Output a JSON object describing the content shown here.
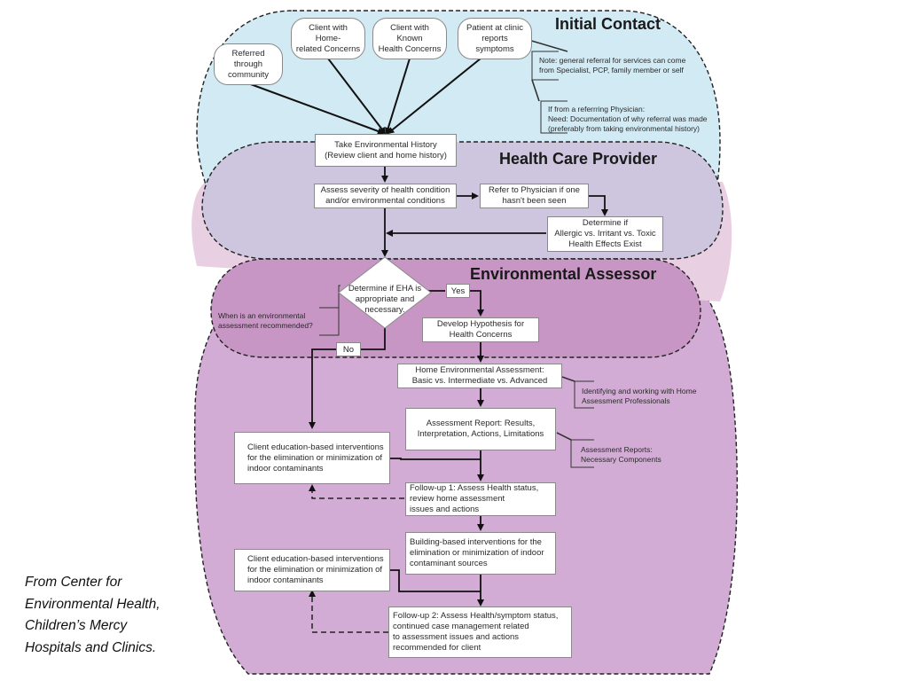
{
  "zones": {
    "initial_contact": {
      "title": "Initial Contact",
      "color": "#d2eaf3"
    },
    "health_care_provider": {
      "title": "Health Care Provider",
      "color": "#cdc6de"
    },
    "environmental_assessor": {
      "title": "Environmental Assessor",
      "color": "#c796c4"
    },
    "lower_region_color": "#d3acd5",
    "overlap_color": "#e9cfe2"
  },
  "entry_points": [
    {
      "label": "Referred through\ncommunity"
    },
    {
      "label": "Client with Home-\nrelated Concerns"
    },
    {
      "label": "Client with Known\nHealth Concerns"
    },
    {
      "label": "Patient at clinic\nreports symptoms"
    }
  ],
  "notes": {
    "general_referral": "Note: general referral for services can come\nfrom Specialist, PCP, family member or self",
    "physician_referral": "If from a referrring Physician:\n   Need: Documentation of why referral was made\n(preferably from taking environmental history)",
    "eha_when": "When is an environmental\nassessment recommended?",
    "home_professionals": "Identifying and working with Home\nAssessment Professionals",
    "report_components": "Assessment Reports:\nNecessary Components"
  },
  "steps": {
    "take_history": "Take Environmental History\n(Review client and home history)",
    "assess_severity": "Assess severity of health condition\nand/or environmental conditions",
    "refer_physician": "Refer to Physician if one\nhasn't been seen",
    "determine_effects": "Determine if\nAllergic vs. Irritant vs. Toxic\nHealth Effects Exist",
    "decision_eha": "Determine if EHA is\nappropriate and\nnecessary.",
    "yes_label": "Yes",
    "no_label": "No",
    "develop_hypothesis": "Develop Hypothesis for\nHealth Concerns",
    "home_assessment": "Home Environmental Assessment:\nBasic vs. Intermediate vs. Advanced",
    "assessment_report": "Assessment Report: Results,\nInterpretation, Actions, Limitations",
    "client_education_1": "Client education-based interventions\nfor the elimination or minimization of\nindoor contaminants",
    "followup_1": "Follow-up 1: Assess Health status,\n              review home assessment\n                 issues and actions",
    "building_interventions": "Building-based interventions for the\nelimination or minimization of indoor\ncontaminant sources",
    "client_education_2": "Client education-based interventions\nfor the elimination or minimization of\nindoor contaminants",
    "followup_2": "Follow-up 2: Assess Health/symptom status,\n                 continued case management related\n                   to assessment issues and actions\n                          recommended for client"
  },
  "citation": "From Center for\nEnvironmental Health,\nChildren’s Mercy\nHospitals and Clinics."
}
